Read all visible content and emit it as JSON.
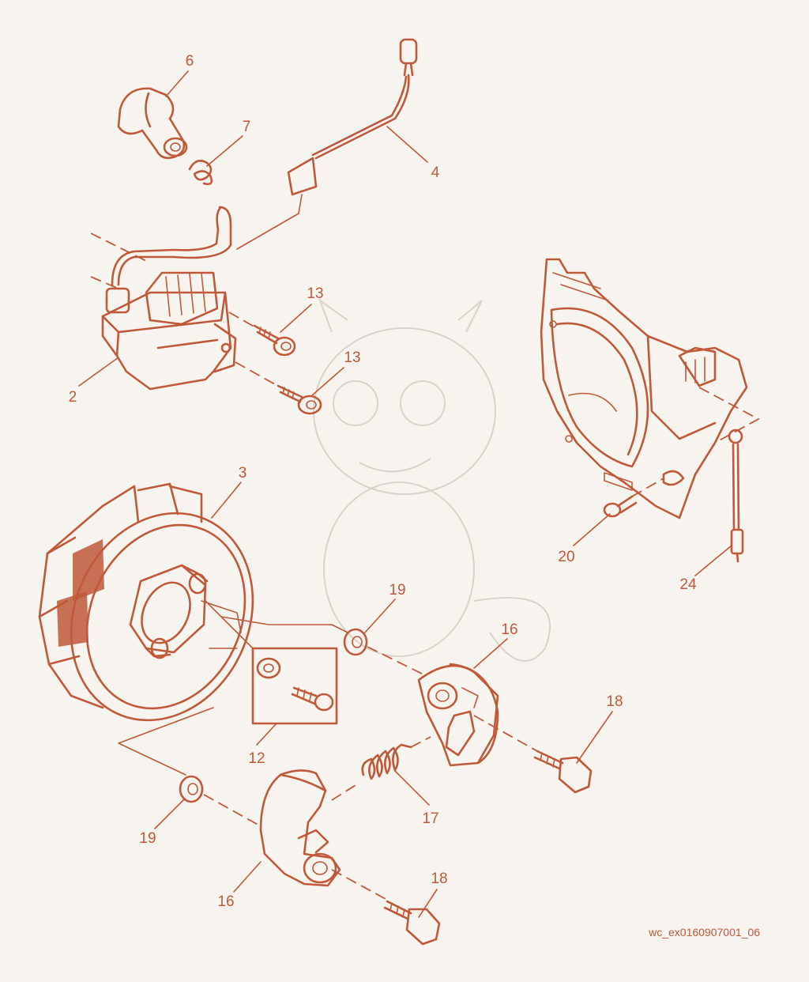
{
  "diagram": {
    "labels": {
      "l2": "2",
      "l3": "3",
      "l4": "4",
      "l6": "6",
      "l7": "7",
      "l12": "12",
      "l13a": "13",
      "l13b": "13",
      "l16a": "16",
      "l16b": "16",
      "l17": "17",
      "l18a": "18",
      "l18b": "18",
      "l19a": "19",
      "l19b": "19",
      "l20": "20",
      "l24": "24"
    },
    "figure_code": "wc_ex0160907001_06"
  },
  "colors": {
    "ink": "#c0583a",
    "background": "#f7f4ef",
    "watermark": "#d9d2c8"
  }
}
